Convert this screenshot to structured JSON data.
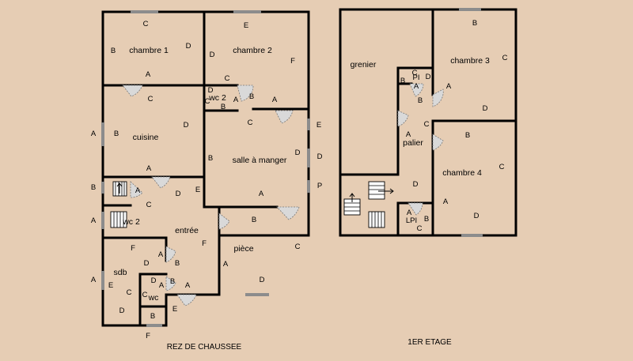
{
  "floors": {
    "ground": {
      "caption": "REZ DE CHAUSSEE",
      "rooms": {
        "chambre1": "chambre 1",
        "chambre2": "chambre 2",
        "wc2": "wc 2",
        "cuisine": "cuisine",
        "salle_a_manger": "salle à manger",
        "wc2_stair": "wc 2",
        "entree": "entrée",
        "piece": "pièce",
        "sdb": "sdb",
        "wc": "wc"
      }
    },
    "upper": {
      "caption": "1ER ETAGE",
      "rooms": {
        "grenier": "grenier",
        "chambre3": "chambre 3",
        "chambre4": "chambre 4",
        "palier": "palier",
        "pl_top": "PI",
        "pl_bottom": "LPI"
      }
    }
  },
  "letters": [
    "A",
    "B",
    "C",
    "D",
    "E",
    "F",
    "P"
  ]
}
